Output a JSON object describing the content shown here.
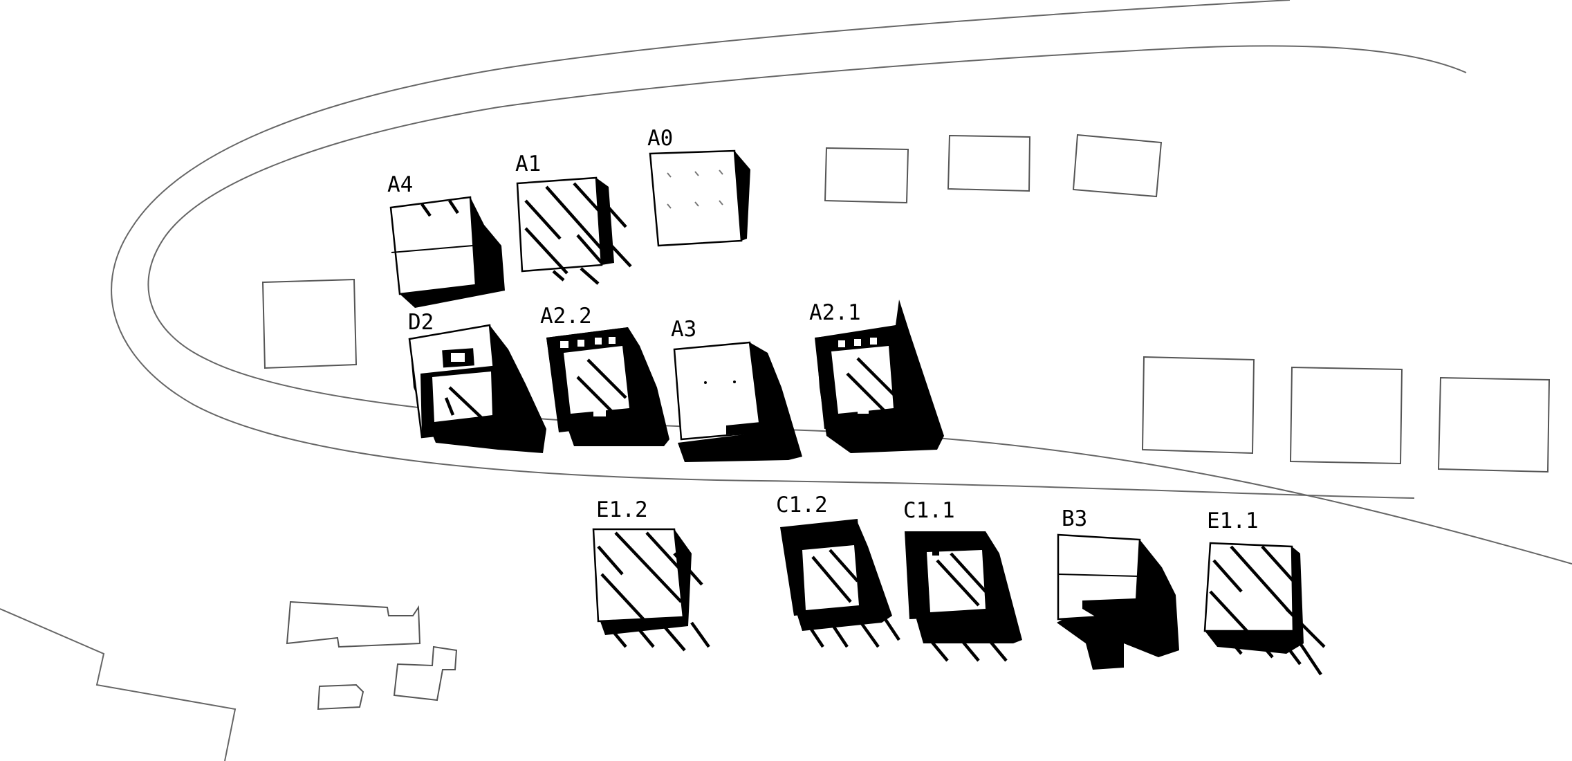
{
  "labels": {
    "a4": "A4",
    "a1": "A1",
    "a0": "A0",
    "d2": "D2",
    "a22": "A2.2",
    "a3": "A3",
    "a21": "A2.1",
    "e12": "E1.2",
    "c12": "C1.2",
    "c11": "C1.1",
    "b3": "B3",
    "e11": "E1.1"
  }
}
